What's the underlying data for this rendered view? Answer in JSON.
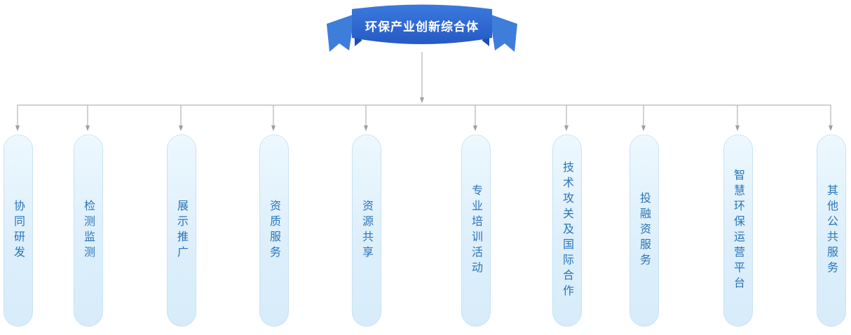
{
  "banner": {
    "title": "环保产业创新综合体"
  },
  "boxes": [
    {
      "label": "协同研发"
    },
    {
      "label": "检测监测"
    },
    {
      "label": "展示推广"
    },
    {
      "label": "资质服务"
    },
    {
      "label": "资源共享"
    },
    {
      "label": "专业培训活动"
    },
    {
      "label": "技术攻关及国际合作"
    },
    {
      "label": "投融资服务"
    },
    {
      "label": "智慧环保运营平台"
    },
    {
      "label": "其他公共服务"
    }
  ],
  "colors": {
    "ribbon_band": "#2b6ad3",
    "ribbon_band_light": "#3a7ade",
    "ribbon_tail": "#3f7ddb",
    "ribbon_fold": "#1d4fa8",
    "connector_line": "#a3a3a3",
    "box_fill": "#e3f2fc",
    "box_border": "#c9e2f2",
    "box_text": "#2b74b9",
    "title_text": "#ffffff"
  }
}
